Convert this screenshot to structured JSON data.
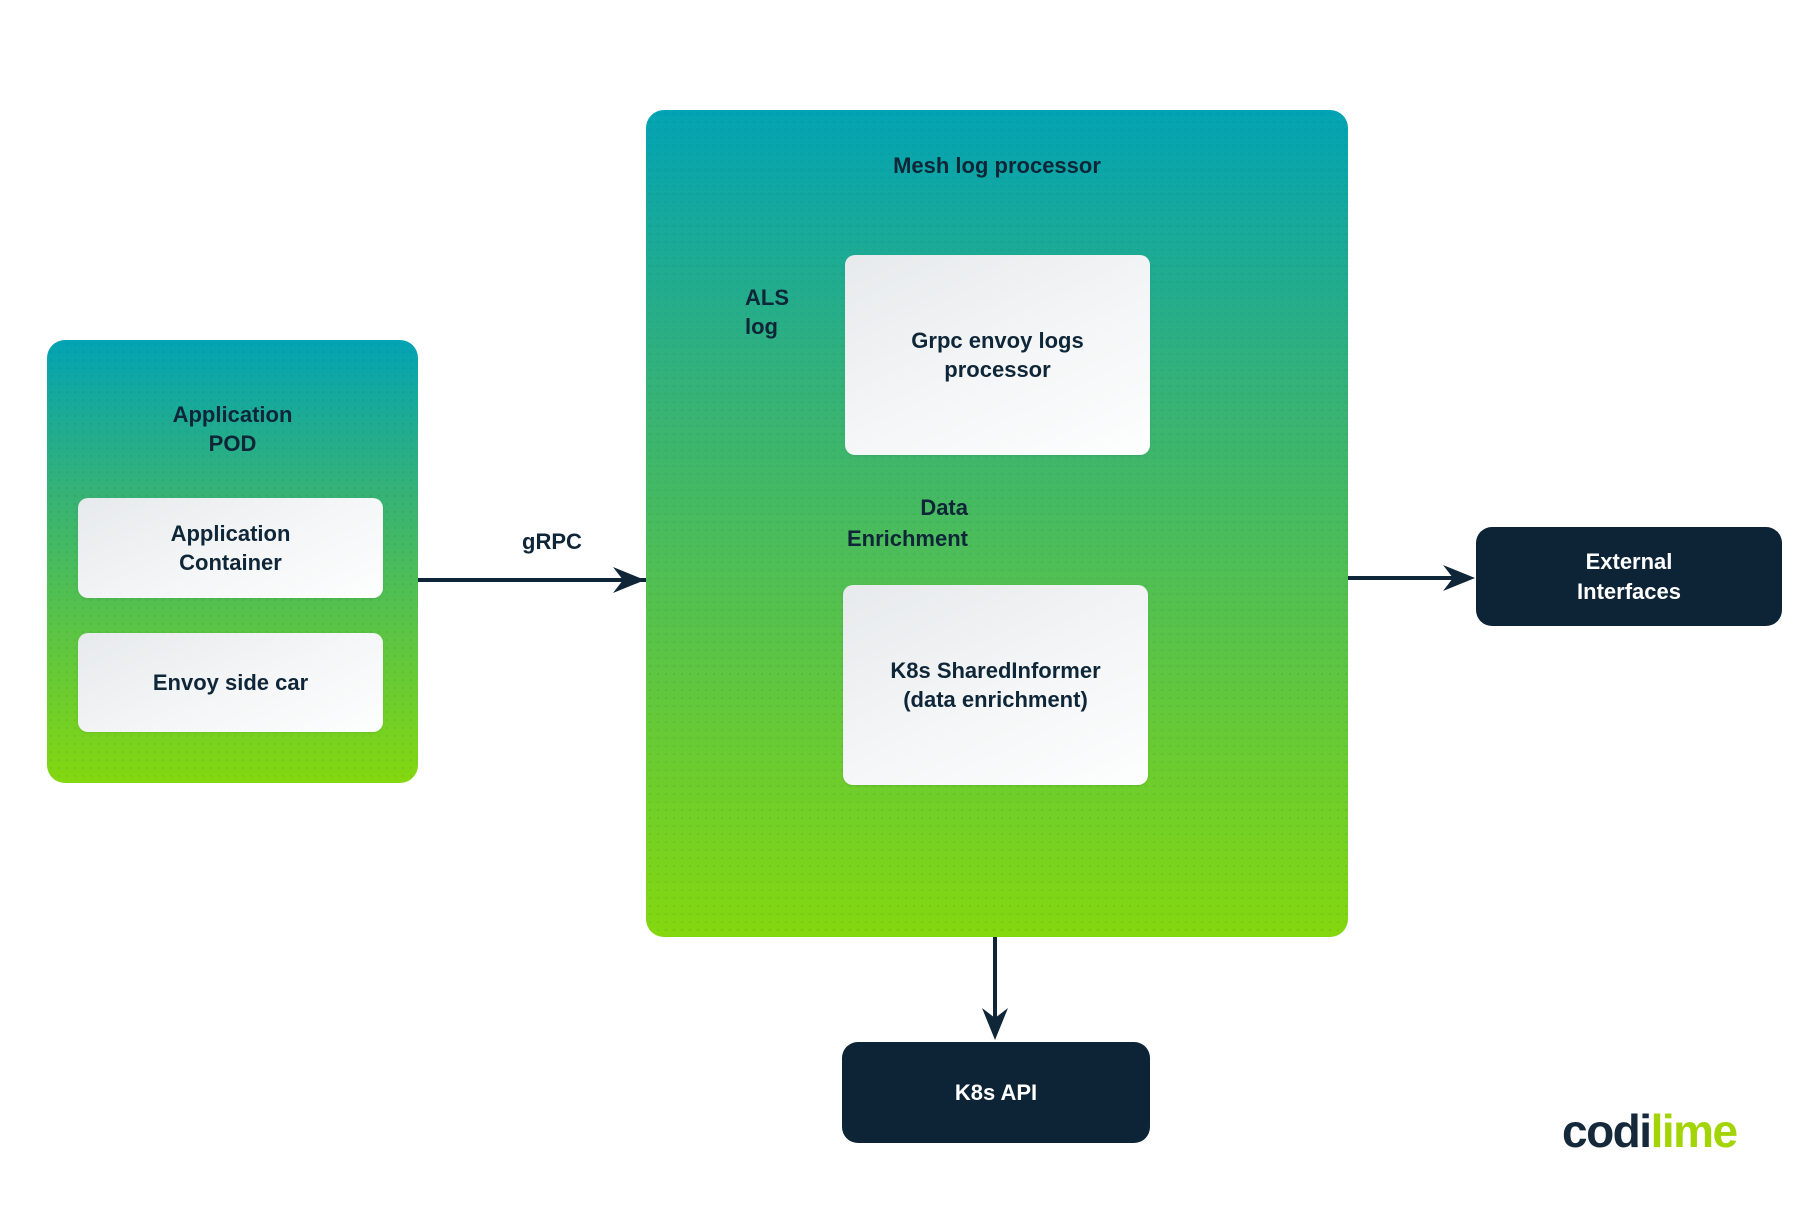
{
  "colors": {
    "gradient_top_teal": "#02a3b4",
    "gradient_bottom_lime": "#84d80f",
    "dark_navy": "#0d2436",
    "text_navy": "#0e2638",
    "logo_lime": "#a3d406",
    "white_box": "#f0f2f3"
  },
  "pod": {
    "title": "Application\nPOD",
    "items": [
      {
        "label": "Application\nContainer"
      },
      {
        "label": "Envoy side car"
      }
    ]
  },
  "mesh": {
    "title": "Mesh log processor",
    "grpc_processor": {
      "label": "Grpc envoy logs\nprocessor"
    },
    "shared_informer": {
      "label": "K8s SharedInformer\n(data enrichment)"
    }
  },
  "external_interfaces": {
    "label": "External\nInterfaces"
  },
  "k8s_api": {
    "label": "K8s API"
  },
  "edges": {
    "grpc": "gRPC",
    "als_log": "ALS\nlog",
    "data_enrichment": "Data\nEnrichment"
  },
  "logo": {
    "dark": "codi",
    "lime": "lime"
  }
}
